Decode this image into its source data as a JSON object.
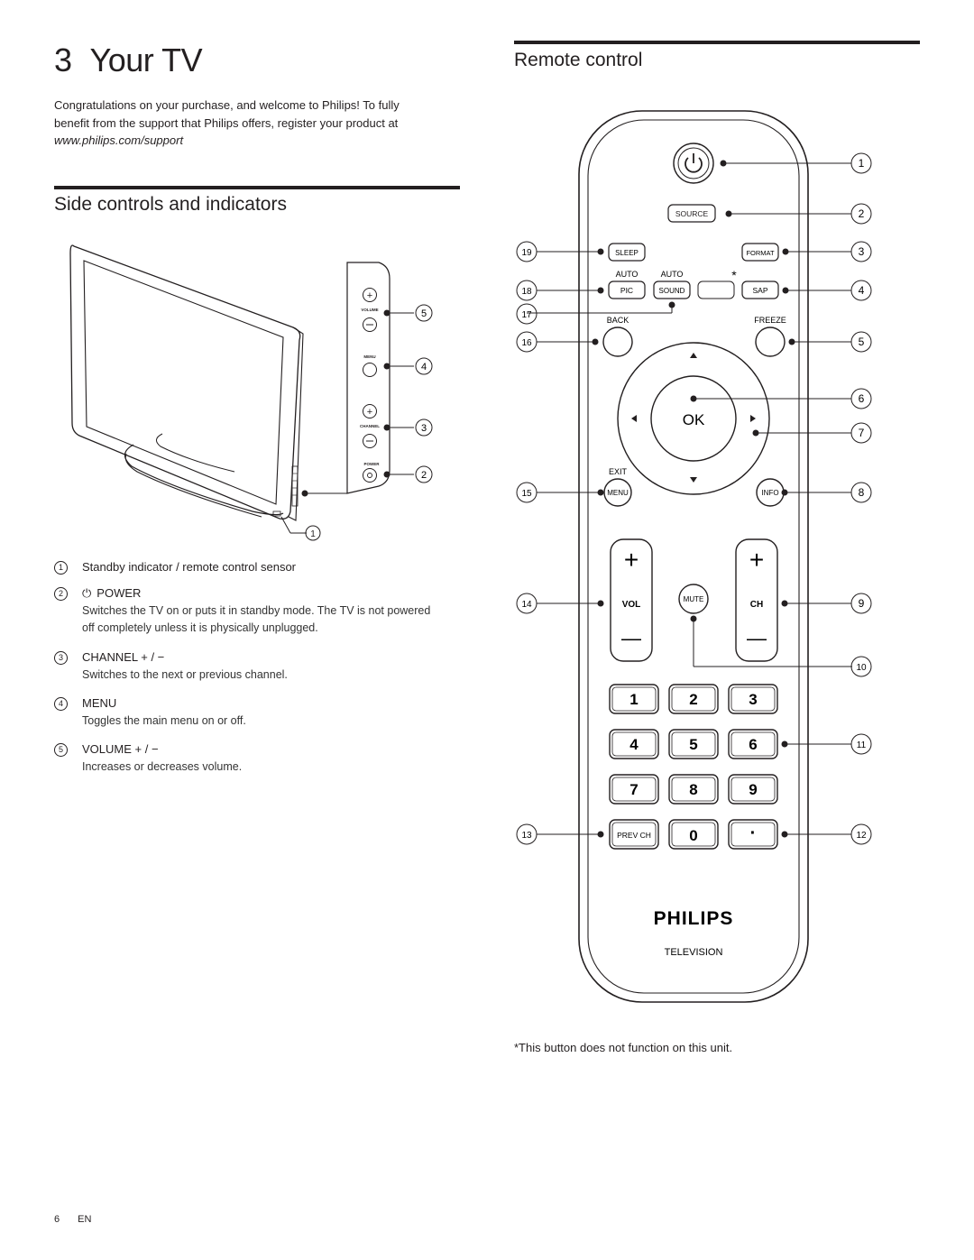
{
  "heading": {
    "number": "3",
    "title": "Your TV"
  },
  "intro": {
    "line1": "Congratulations on your purchase, and welcome to Philips! To fully",
    "line2": "benefit from the support that Philips offers, register your product at",
    "url": "www.philips.com/support"
  },
  "side_section": {
    "title": "Side controls and indicators",
    "panel_labels": {
      "volume": "VOLUME",
      "menu": "MENU",
      "channel": "CHANNEL",
      "power": "POWER"
    },
    "callouts": [
      "1",
      "2",
      "3",
      "4",
      "5"
    ],
    "items": [
      {
        "num": "1",
        "title": "Standby indicator / remote control sensor",
        "desc": ""
      },
      {
        "num": "2",
        "title": "POWER",
        "desc": "Switches the TV on or puts it in standby mode. The TV is not powered off completely unless it is physically unplugged."
      },
      {
        "num": "3",
        "title": "CHANNEL + / −",
        "desc": "Switches to the next or previous channel."
      },
      {
        "num": "4",
        "title": "MENU",
        "desc": "Toggles the main menu on or off."
      },
      {
        "num": "5",
        "title": "VOLUME + / −",
        "desc": "Increases or decreases volume."
      }
    ]
  },
  "remote_section": {
    "title": "Remote control",
    "buttons": {
      "source": "SOURCE",
      "sleep": "SLEEP",
      "format": "FORMAT",
      "auto1": "AUTO",
      "auto2": "AUTO",
      "pic": "PIC",
      "sound": "SOUND",
      "sap": "SAP",
      "asterisk": "*",
      "back": "BACK",
      "freeze": "FREEZE",
      "ok": "OK",
      "exit": "EXIT",
      "menu": "MENU",
      "info": "INFO",
      "vol": "VOL",
      "ch": "CH",
      "mute": "MUTE",
      "plus": "+",
      "minus": "—",
      "digits": [
        "1",
        "2",
        "3",
        "4",
        "5",
        "6",
        "7",
        "8",
        "9"
      ],
      "prev_ch": "PREV CH",
      "zero": "0",
      "dot": "·",
      "brand": "PHILIPS",
      "brand_sub": "TELEVISION"
    },
    "callouts_right": [
      "1",
      "2",
      "3",
      "4",
      "5",
      "6",
      "7",
      "8",
      "9",
      "10",
      "11",
      "12"
    ],
    "callouts_left": [
      "19",
      "18",
      "17",
      "16",
      "15",
      "14",
      "13"
    ]
  },
  "footnote": "*This button does not function on this unit.",
  "page_footer": {
    "page": "6",
    "lang": "EN"
  }
}
